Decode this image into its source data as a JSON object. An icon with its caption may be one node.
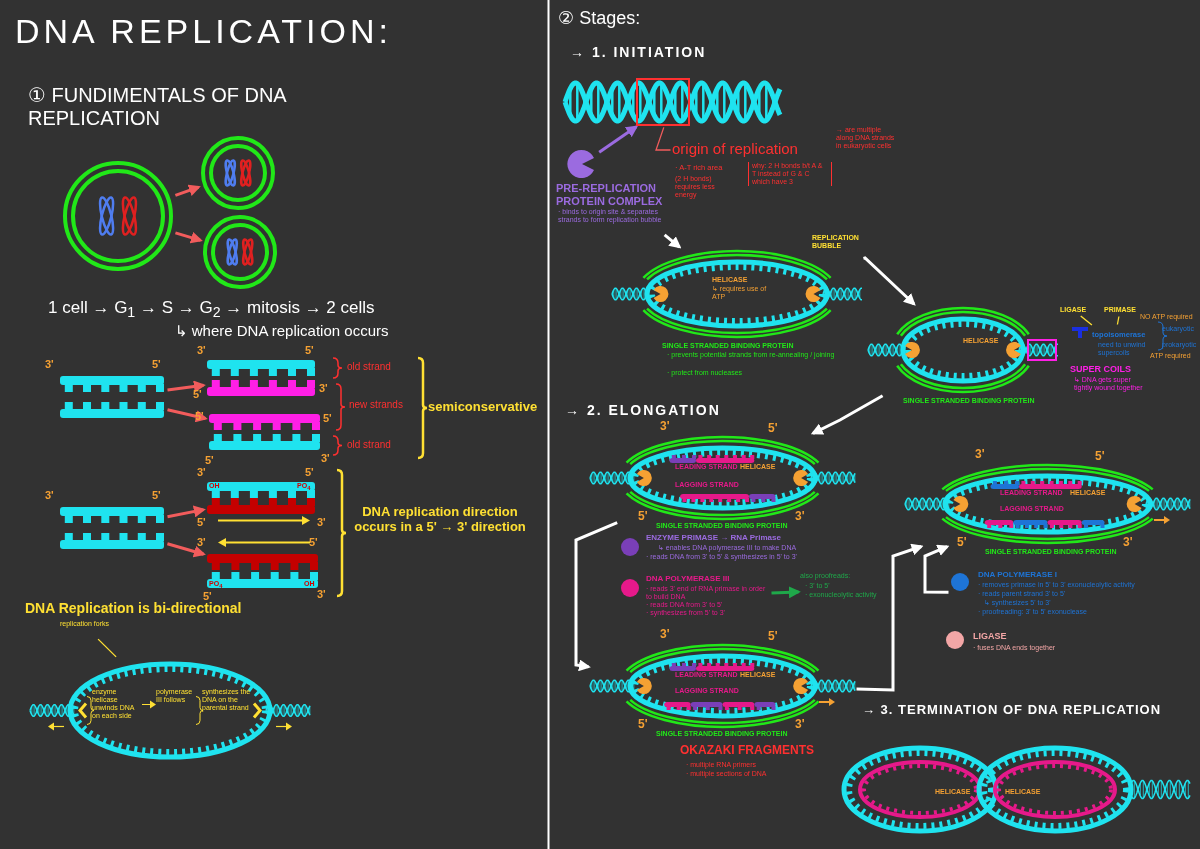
{
  "diagram": {
    "title": "DNA REPLICATION:",
    "nodes": [
      {
        "text": [],
        "shape": "circle"
      },
      {
        "text": [],
        "shape": "circle"
      },
      {
        "text": [],
        "shape": "circle"
      },
      {
        "text": [],
        "shape": "picture",
        "beside": [
          "3'",
          "5'"
        ]
      },
      {
        "text": [],
        "shape": "picture",
        "beside": [
          "3'",
          "5'",
          "5'",
          "3'"
        ]
      },
      {
        "text": [],
        "shape": "picture",
        "beside": [
          "5'",
          "5'",
          "5'",
          "3'"
        ]
      },
      {
        "text": [],
        "shape": "picture",
        "beside": [
          "3'",
          "5'"
        ]
      },
      {
        "text": [
          "OH",
          "PO$_{4}$"
        ],
        "beside": [
          "3'",
          "5'",
          "5'",
          "3'"
        ]
      },
      {
        "text": [
          "PO$_{4}$",
          "OH"
        ],
        "beside": [
          "3'",
          "5'",
          "5'",
          "3'"
        ]
      },
      {
        "text": [
          "replication forks"
        ]
      },
      {
        "text": [
          "enzyme helicase unwinds DNA on each side",
          "polymerase III follows",
          "synthesizes the DNA on the parental strand"
        ]
      },
      {
        "text": [],
        "shape": "picture"
      },
      {
        "text": [
          "PRE-REPLICATION PROTEIN COMPLEX",
          "· binds to origin site & separates strands to form replication bubble"
        ]
      },
      {
        "text": [
          "origin of replication"
        ]
      },
      {
        "text": [
          "HELICASE",
          "↳ requires use of ATP"
        ],
        "beside": [
          "REPLICATION BUBBLE",
          "SINGLE STRANDED BINDING PROTEIN",
          "· prevents potential strands from re-annealing / joining",
          "· protect from nucleases"
        ]
      },
      {
        "text": [
          "HELICASE"
        ],
        "beside": [
          "SINGLE STRANDED BINDING PROTEIN",
          "SUPER COILS",
          "↳ DNA gets super tightly wound together"
        ]
      },
      {
        "text": [
          "LEADING STRAND",
          "HELICASE",
          "LAGGING STRAND"
        ],
        "beside": [
          "3'",
          "5'",
          "5'",
          "3'",
          "SINGLE STRANDED BINDING PROTEIN"
        ]
      },
      {
        "text": [
          "ENZYME PRIMASE → RNA Primase",
          "↳ enables DNA polymerase III to make DNA",
          "· reads DNA from 3' to 5' & synthesizes in 5' to 3'"
        ]
      },
      {
        "text": [
          "DNA POLYMERASE III",
          "· reads 3' end of RNA primase in order to build DNA",
          "· reads DNA from 3' to 5'",
          "· synthesizes from 5' to 3'"
        ]
      },
      {
        "text": [
          "also proofreads:",
          "· 3' to 5'",
          "· exonucleolytic activity"
        ]
      },
      {
        "text": [
          "LEADING STRAND",
          "HELICASE",
          "LAGGING STRAND"
        ],
        "beside": [
          "3'",
          "5'",
          "5'",
          "3'",
          "SINGLE STRANDED BINDING PROTEIN"
        ]
      },
      {
        "text": [
          "LEADING STRAND",
          "HELICASE",
          "LAGGING STRAND"
        ],
        "beside": [
          "3'",
          "5'",
          "5'",
          "3'",
          "SINGLE STRANDED BINDING PROTEIN"
        ]
      },
      {
        "text": [
          "DNA POLYMERASE I",
          "· removes primase in 5' to 3' exonucleolytic activity",
          "· reads parent strand 3' to 5'",
          "↳ synthesizes 5' to 3'",
          "· proofreading: 3' to 5' exonuclease"
        ]
      },
      {
        "text": [
          "LIGASE",
          "· fuses DNA ends together"
        ]
      },
      {
        "text": [
          "HELICASE",
          "HELICASE"
        ]
      },
      {
        "text": [
          "topoisomerase",
          "need to unwind supercoils"
        ]
      },
      {
        "text": [
          "LIGASE"
        ]
      },
      {
        "text": [
          "PRIMASE"
        ]
      }
    ],
    "edges": [
      {
        "from": 0,
        "to": 1,
        "arrow": "to"
      },
      {
        "from": 0,
        "to": 2,
        "arrow": "to"
      },
      {
        "from": 3,
        "to": 4,
        "arrow": "to"
      },
      {
        "from": 3,
        "to": 5,
        "arrow": "to"
      },
      {
        "from": 6,
        "to": 7,
        "arrow": "to"
      },
      {
        "from": 6,
        "to": 8,
        "arrow": "to"
      },
      {
        "from": 9,
        "to": 10,
        "arrow": "none",
        "color": "#ffe033"
      },
      {
        "from": 12,
        "to": 11,
        "arrow": "to",
        "color": "#9b6be0"
      },
      {
        "from": 13,
        "to": 11,
        "arrow": "none"
      },
      {
        "from": 12,
        "to": 14,
        "arrow": "to",
        "color": "#ffffff"
      },
      {
        "from": 14,
        "to": 15,
        "arrow": "to",
        "color": "#ffffff"
      },
      {
        "from": 15,
        "to": 16,
        "arrow": "to",
        "color": "#ffffff"
      },
      {
        "from": 16,
        "to": 20,
        "arrow": "to",
        "color": "#ffffff"
      },
      {
        "from": 20,
        "to": 21,
        "arrow": "to",
        "color": "#ffffff"
      },
      {
        "from": 22,
        "to": 21,
        "arrow": "to",
        "color": "#ffffff"
      },
      {
        "from": 18,
        "to": 19,
        "arrow": "to",
        "color": "#1fa84a"
      },
      {
        "from": 26,
        "to": 25,
        "arrow": "none",
        "color": "#ffe033"
      },
      {
        "from": 27,
        "to": 25,
        "arrow": "none",
        "color": "#ffe033"
      }
    ],
    "labels": [
      "① FUNDIMENTALS OF DNA REPLICATION",
      "1 cell → G$_{1}$ → S → G$_{2}$ → mitosis → 2 cells",
      "↳ where DNA replication occurs",
      "old strand",
      "new strands",
      "old strand",
      "semiconservative",
      "DNA replication direction occurs in a 5' → 3' direction",
      "DNA Replication is bi-directional",
      "② Stages:",
      "→ 1. INITIATION",
      "→ are multiple along DNA strands in eukaryotic cells",
      "· A-T rich area",
      "(2 H bonds) requires less energy",
      "why: 2 H bonds b/t A & T instead of G & C which have 3",
      "NO ATP required",
      "eukaryotic",
      "prokaryotic",
      "ATP required",
      "→ 2. ELONGATION",
      "OKAZAKI FRAGMENTS",
      "· multiple RNA primers",
      "· multiple sections of DNA",
      "→ 3. TERMINATION OF DNA REPLICATION"
    ]
  }
}
